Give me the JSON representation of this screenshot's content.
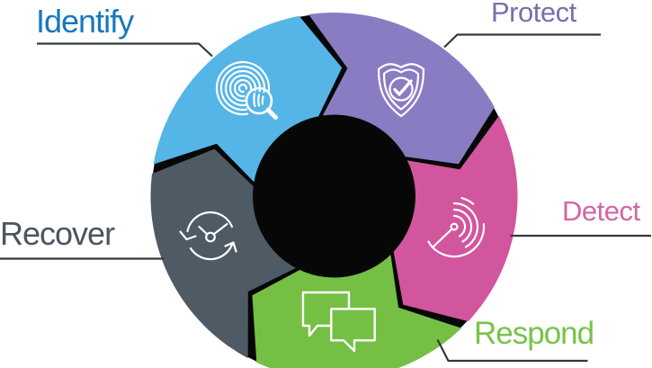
{
  "diagram": {
    "type": "cycle-wheel",
    "background": "#FFFFFF",
    "hub_color": "#070707",
    "gap_color": "#070707",
    "connector_color": "#34383D",
    "icon_stroke": "#FFFFFF",
    "segments": [
      {
        "id": "identify",
        "label": "Identify",
        "color": "#55B5E7",
        "label_color": "#1878BF",
        "icon": "fingerprint-magnifier-icon"
      },
      {
        "id": "protect",
        "label": "Protect",
        "color": "#8A7CC2",
        "label_color": "#7C6DAD",
        "icon": "shield-check-icon"
      },
      {
        "id": "detect",
        "label": "Detect",
        "color": "#D1569E",
        "label_color": "#D465A5",
        "icon": "radar-signal-icon"
      },
      {
        "id": "respond",
        "label": "Respond",
        "color": "#75C044",
        "label_color": "#78C24A",
        "icon": "chat-bubbles-icon"
      },
      {
        "id": "recover",
        "label": "Recover",
        "color": "#4E5A64",
        "label_color": "#4A5560",
        "icon": "clock-restore-icon"
      }
    ]
  }
}
